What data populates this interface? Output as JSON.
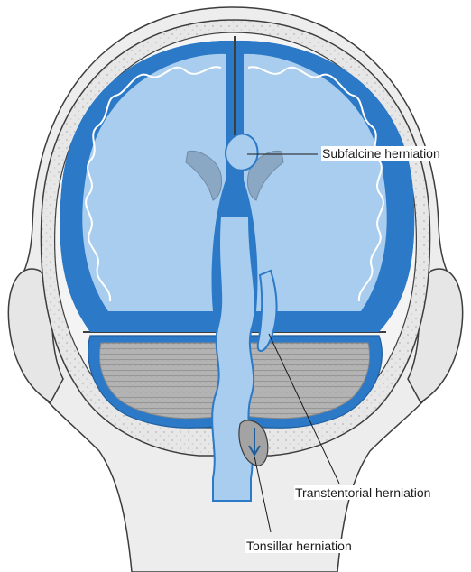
{
  "labels": {
    "subfalcine": "Subfalcine herniation",
    "transtentorial": "Transtentorial herniation",
    "tonsillar": "Tonsillar herniation"
  },
  "colors": {
    "brain_dark": "#2b79c7",
    "brain_light": "#a9cdee",
    "ventricle": "#8aa7c4",
    "skull": "#e6e6e6",
    "skin": "#ececec",
    "cerebellum": "#a7a7a7",
    "outline": "#3d3d3d"
  }
}
